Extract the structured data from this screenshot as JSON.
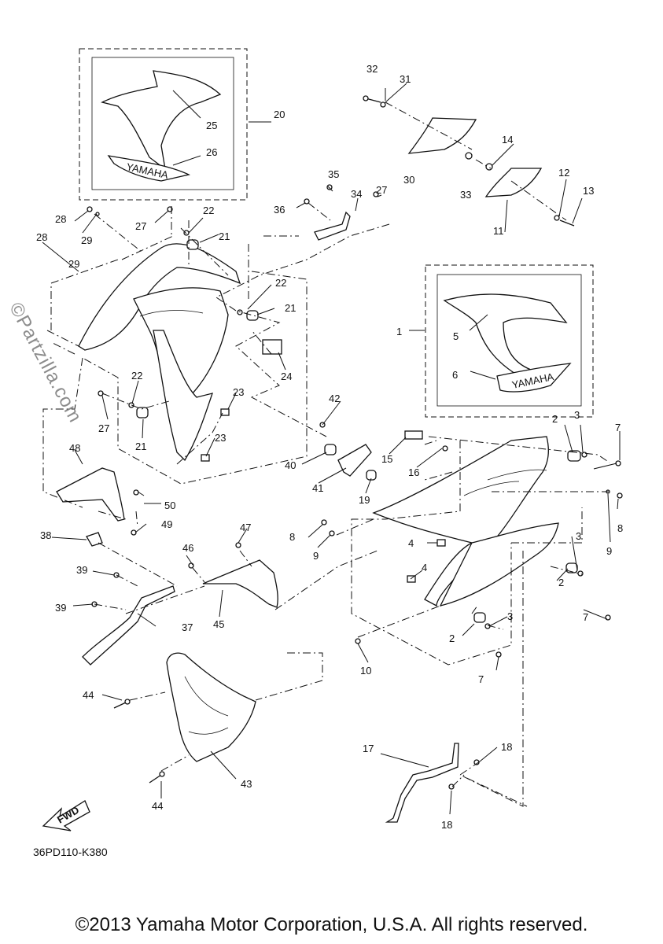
{
  "diagram_code": "36PD110-K380",
  "copyright": "©2013 Yamaha Motor Corporation, U.S.A. All rights reserved.",
  "watermark": "©Partzilla.com",
  "fwd_label": "FWD",
  "decal_text": "YAMAHA",
  "callouts": {
    "c1": "1",
    "c2a": "2",
    "c2b": "2",
    "c2c": "2",
    "c3a": "3",
    "c3b": "3",
    "c3c": "3",
    "c4a": "4",
    "c4b": "4",
    "c5": "5",
    "c6": "6",
    "c7a": "7",
    "c7b": "7",
    "c7c": "7",
    "c8a": "8",
    "c8b": "8",
    "c9a": "9",
    "c9b": "9",
    "c10": "10",
    "c11": "11",
    "c12": "12",
    "c13": "13",
    "c14": "14",
    "c15": "15",
    "c16": "16",
    "c17": "17",
    "c18a": "18",
    "c18b": "18",
    "c19": "19",
    "c20": "20",
    "c21a": "21",
    "c21b": "21",
    "c21c": "21",
    "c22a": "22",
    "c22b": "22",
    "c22c": "22",
    "c23a": "23",
    "c23b": "23",
    "c24": "24",
    "c25": "25",
    "c26": "26",
    "c27a": "27",
    "c27b": "27",
    "c27c": "27",
    "c28a": "28",
    "c28b": "28",
    "c29a": "29",
    "c29b": "29",
    "c30": "30",
    "c31": "31",
    "c32": "32",
    "c33": "33",
    "c34": "34",
    "c35": "35",
    "c36": "36",
    "c37": "37",
    "c38": "38",
    "c39a": "39",
    "c39b": "39",
    "c40": "40",
    "c41": "41",
    "c42": "42",
    "c43": "43",
    "c44a": "44",
    "c44b": "44",
    "c45": "45",
    "c46": "46",
    "c47": "47",
    "c48": "48",
    "c49": "49",
    "c50": "50"
  }
}
